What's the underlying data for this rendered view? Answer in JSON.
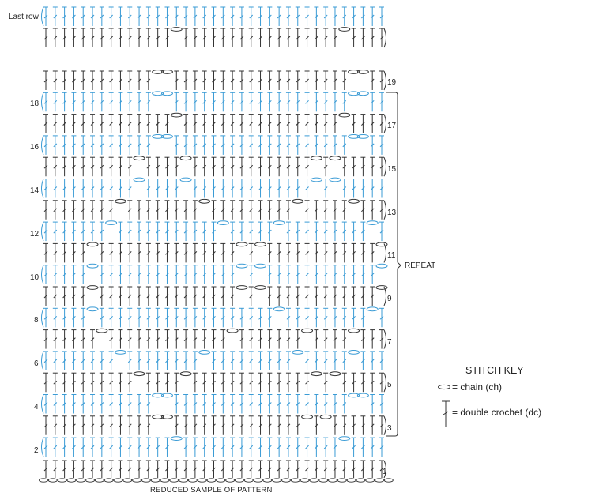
{
  "pattern": {
    "last_row_label": "Last row",
    "left_row_numbers": [
      "18",
      "16",
      "14",
      "12",
      "10",
      "8",
      "6",
      "4",
      "2"
    ],
    "right_row_numbers": [
      "19",
      "17",
      "15",
      "13",
      "11",
      "9",
      "7",
      "5",
      "3",
      "1"
    ],
    "repeat_label": "REPEAT",
    "footer_label": "REDUCED SAMPLE OF PATTERN",
    "colors": {
      "odd_row": "#333333",
      "even_row": "#3a9bd5",
      "chain_row": "#333333"
    }
  },
  "stitch_key": {
    "title": "STITCH KEY",
    "chain_label": "= chain (ch)",
    "dc_label": "= double crochet (dc)",
    "chain_icon": "chain-oval",
    "dc_icon": "double-crochet-symbol"
  }
}
